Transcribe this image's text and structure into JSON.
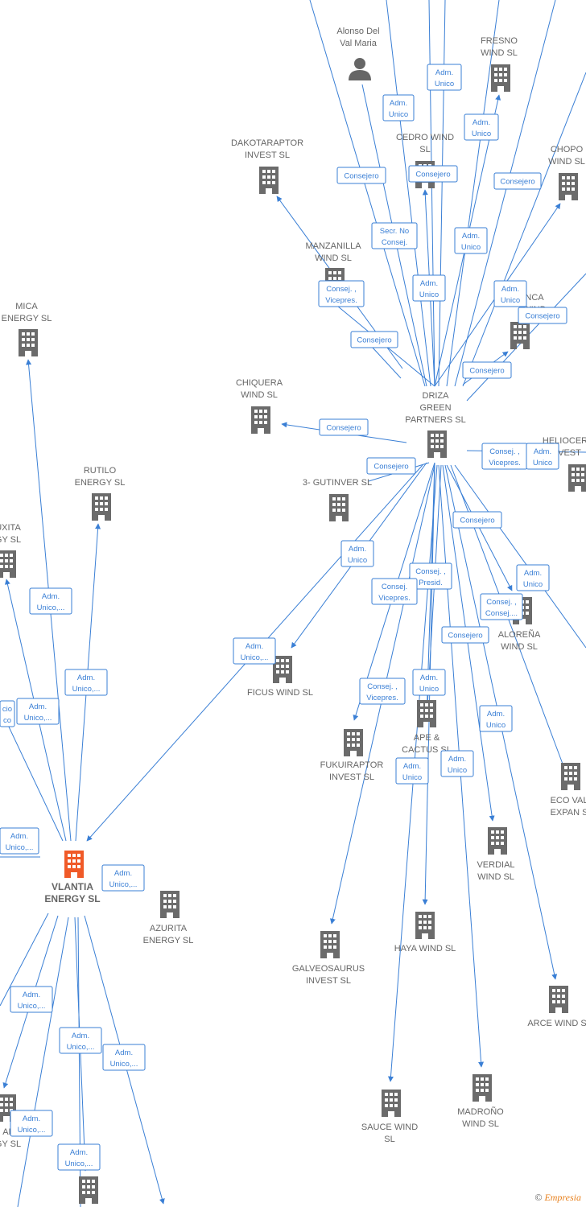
{
  "colors": {
    "edge": "#3a7fd5",
    "node": "#6b6b6b",
    "highlight": "#f05a28",
    "label": "#666666"
  },
  "nodes": {
    "alonso": {
      "label": [
        "Alonso Del",
        "Val Maria"
      ],
      "type": "person-icon"
    },
    "fresno": {
      "label": [
        "FRESNO",
        "WIND  SL"
      ],
      "type": "building-icon"
    },
    "dakotaraptor": {
      "label": [
        "DAKOTARAPTOR",
        "INVEST  SL"
      ],
      "type": "building-icon"
    },
    "cedro": {
      "label": [
        "CEDRO WIND",
        "SL"
      ],
      "type": "building-icon"
    },
    "chopo": {
      "label": [
        "CHOPO",
        "WIND  SL"
      ],
      "type": "building-icon"
    },
    "manzanilla": {
      "label": [
        "MANZANILLA",
        "WIND  SL"
      ],
      "type": "building-icon"
    },
    "nca": {
      "label": [
        "NCA",
        "WIND"
      ],
      "type": "building-icon"
    },
    "mica": {
      "label": [
        "MICA",
        "ENERGY  SL"
      ],
      "type": "building-icon"
    },
    "chiquera": {
      "label": [
        "CHIQUERA",
        "WIND  SL"
      ],
      "type": "building-icon"
    },
    "driza": {
      "label": [
        "DRIZA",
        "GREEN",
        "PARTNERS  SL"
      ],
      "type": "building-icon"
    },
    "heliocer": {
      "label": [
        "HELIOCER",
        "INVEST"
      ],
      "type": "building-icon"
    },
    "rutilo": {
      "label": [
        "RUTILO",
        "ENERGY  SL"
      ],
      "type": "building-icon"
    },
    "gutinver": {
      "label": [
        "3- GUTINVER SL"
      ],
      "type": "building-icon"
    },
    "uxita": {
      "label": [
        "UXITA",
        "GY  SL"
      ],
      "type": "building-icon"
    },
    "aloreña": {
      "label": [
        "ALOREÑA",
        "WIND  SL"
      ],
      "type": "building-icon"
    },
    "ficus": {
      "label": [
        "FICUS WIND  SL"
      ],
      "type": "building-icon"
    },
    "ape": {
      "label": [
        "APE &",
        "CACTUS  SL"
      ],
      "type": "building-icon"
    },
    "fukuiraptor": {
      "label": [
        "FUKUIRAPTOR",
        "INVEST  SL"
      ],
      "type": "building-icon"
    },
    "ecoval": {
      "label": [
        "ECO VAL",
        "EXPAN  S"
      ],
      "type": "building-icon"
    },
    "verdial": {
      "label": [
        "VERDIAL",
        "WIND  SL"
      ],
      "type": "building-icon"
    },
    "vlantia": {
      "label": [
        "VLANTIA",
        "ENERGY  SL"
      ],
      "type": "building-icon"
    },
    "azurita": {
      "label": [
        "AZURITA",
        "ENERGY  SL"
      ],
      "type": "building-icon"
    },
    "haya": {
      "label": [
        "HAYA WIND  SL"
      ],
      "type": "building-icon"
    },
    "galveosaurus": {
      "label": [
        "GALVEOSAURUS",
        "INVEST  SL"
      ],
      "type": "building-icon"
    },
    "arce": {
      "label": [
        "ARCE WIND  S"
      ],
      "type": "building-icon"
    },
    "sauce": {
      "label": [
        "SAUCE WIND",
        "SL"
      ],
      "type": "building-icon"
    },
    "madroño": {
      "label": [
        "MADROÑO",
        "WIND  SL"
      ],
      "type": "building-icon"
    },
    "al": {
      "label": [
        "AL",
        "GY  SL"
      ],
      "type": "building-icon"
    },
    "bottom": {
      "label": [],
      "type": "building-icon"
    }
  },
  "edge_labels": [
    [
      "Adm.",
      "Unico"
    ],
    [
      "Adm.",
      "Unico"
    ],
    [
      "Adm.",
      "Unico"
    ],
    [
      "Consejero"
    ],
    [
      "Consejero"
    ],
    [
      "Consejero"
    ],
    [
      "Secr.  No",
      "Consej."
    ],
    [
      "Adm.",
      "Unico"
    ],
    [
      "Consej. ,",
      "Vicepres."
    ],
    [
      "Adm.",
      "Unico"
    ],
    [
      "Adm.",
      "Unico"
    ],
    [
      "Consejero"
    ],
    [
      "Consejero"
    ],
    [
      "Consejero"
    ],
    [
      "Consejero"
    ],
    [
      "Consejero"
    ],
    [
      "Consej. ,",
      "Vicepres."
    ],
    [
      "Adm.",
      "Unico"
    ],
    [
      "Consejero"
    ],
    [
      "Adm.",
      "Unico"
    ],
    [
      "Consej. ,",
      "Presid."
    ],
    [
      "Consej.",
      "Vicepres."
    ],
    [
      "Adm.",
      "Unico"
    ],
    [
      "Consej. ,",
      "Consej...."
    ],
    [
      "Consejero"
    ],
    [
      "Adm.",
      "Unico,..."
    ],
    [
      "Consej. ,",
      "Vicepres."
    ],
    [
      "Adm.",
      "Unico"
    ],
    [
      "Adm.",
      "Unico"
    ],
    [
      "Adm.",
      "Unico"
    ],
    [
      "Adm.",
      "Unico"
    ],
    [
      "Adm.",
      "Unico,..."
    ],
    [
      "Adm.",
      "Unico,..."
    ],
    [
      "Adm.",
      "Unico,..."
    ],
    [
      "cio",
      "co"
    ],
    [
      "Adm.",
      "Unico,..."
    ],
    [
      "Adm.",
      "Unico,..."
    ],
    [
      "Adm.",
      "Unico,..."
    ],
    [
      "Adm.",
      "Unico,..."
    ],
    [
      "Adm.",
      "Unico,..."
    ],
    [
      "Adm.",
      "Unico,..."
    ],
    [
      "Adm.",
      "Unico,..."
    ]
  ],
  "footer": {
    "copyright": "©",
    "brand": "Empresia"
  }
}
